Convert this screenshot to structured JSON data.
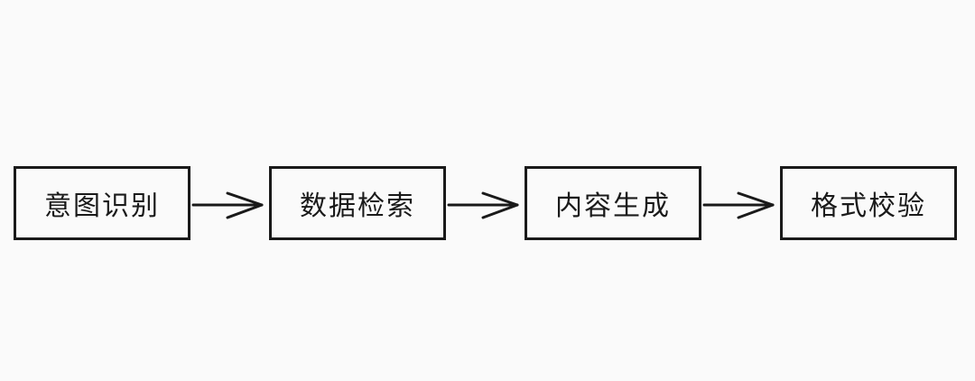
{
  "diagram": {
    "steps": [
      {
        "label": "意图识别"
      },
      {
        "label": "数据检索"
      },
      {
        "label": "内容生成"
      },
      {
        "label": "格式校验"
      }
    ]
  }
}
